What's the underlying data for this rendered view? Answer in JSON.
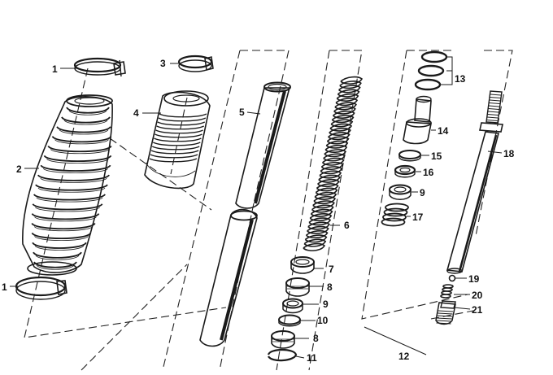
{
  "callouts": {
    "c1_top": "1",
    "c1_bottom": "1",
    "c2": "2",
    "c3": "3",
    "c4": "4",
    "c5": "5",
    "c6": "6",
    "c7": "7",
    "c8_a": "8",
    "c8_b": "8",
    "c9_a": "9",
    "c9_b": "9",
    "c10": "10",
    "c11": "11",
    "c12": "12",
    "c13": "13",
    "c14": "14",
    "c15": "15",
    "c16": "16",
    "c17": "17",
    "c18": "18",
    "c19": "19",
    "c20": "20",
    "c21": "21"
  },
  "colors": {
    "ink": "#1a1a1a",
    "paper": "#ffffff"
  }
}
